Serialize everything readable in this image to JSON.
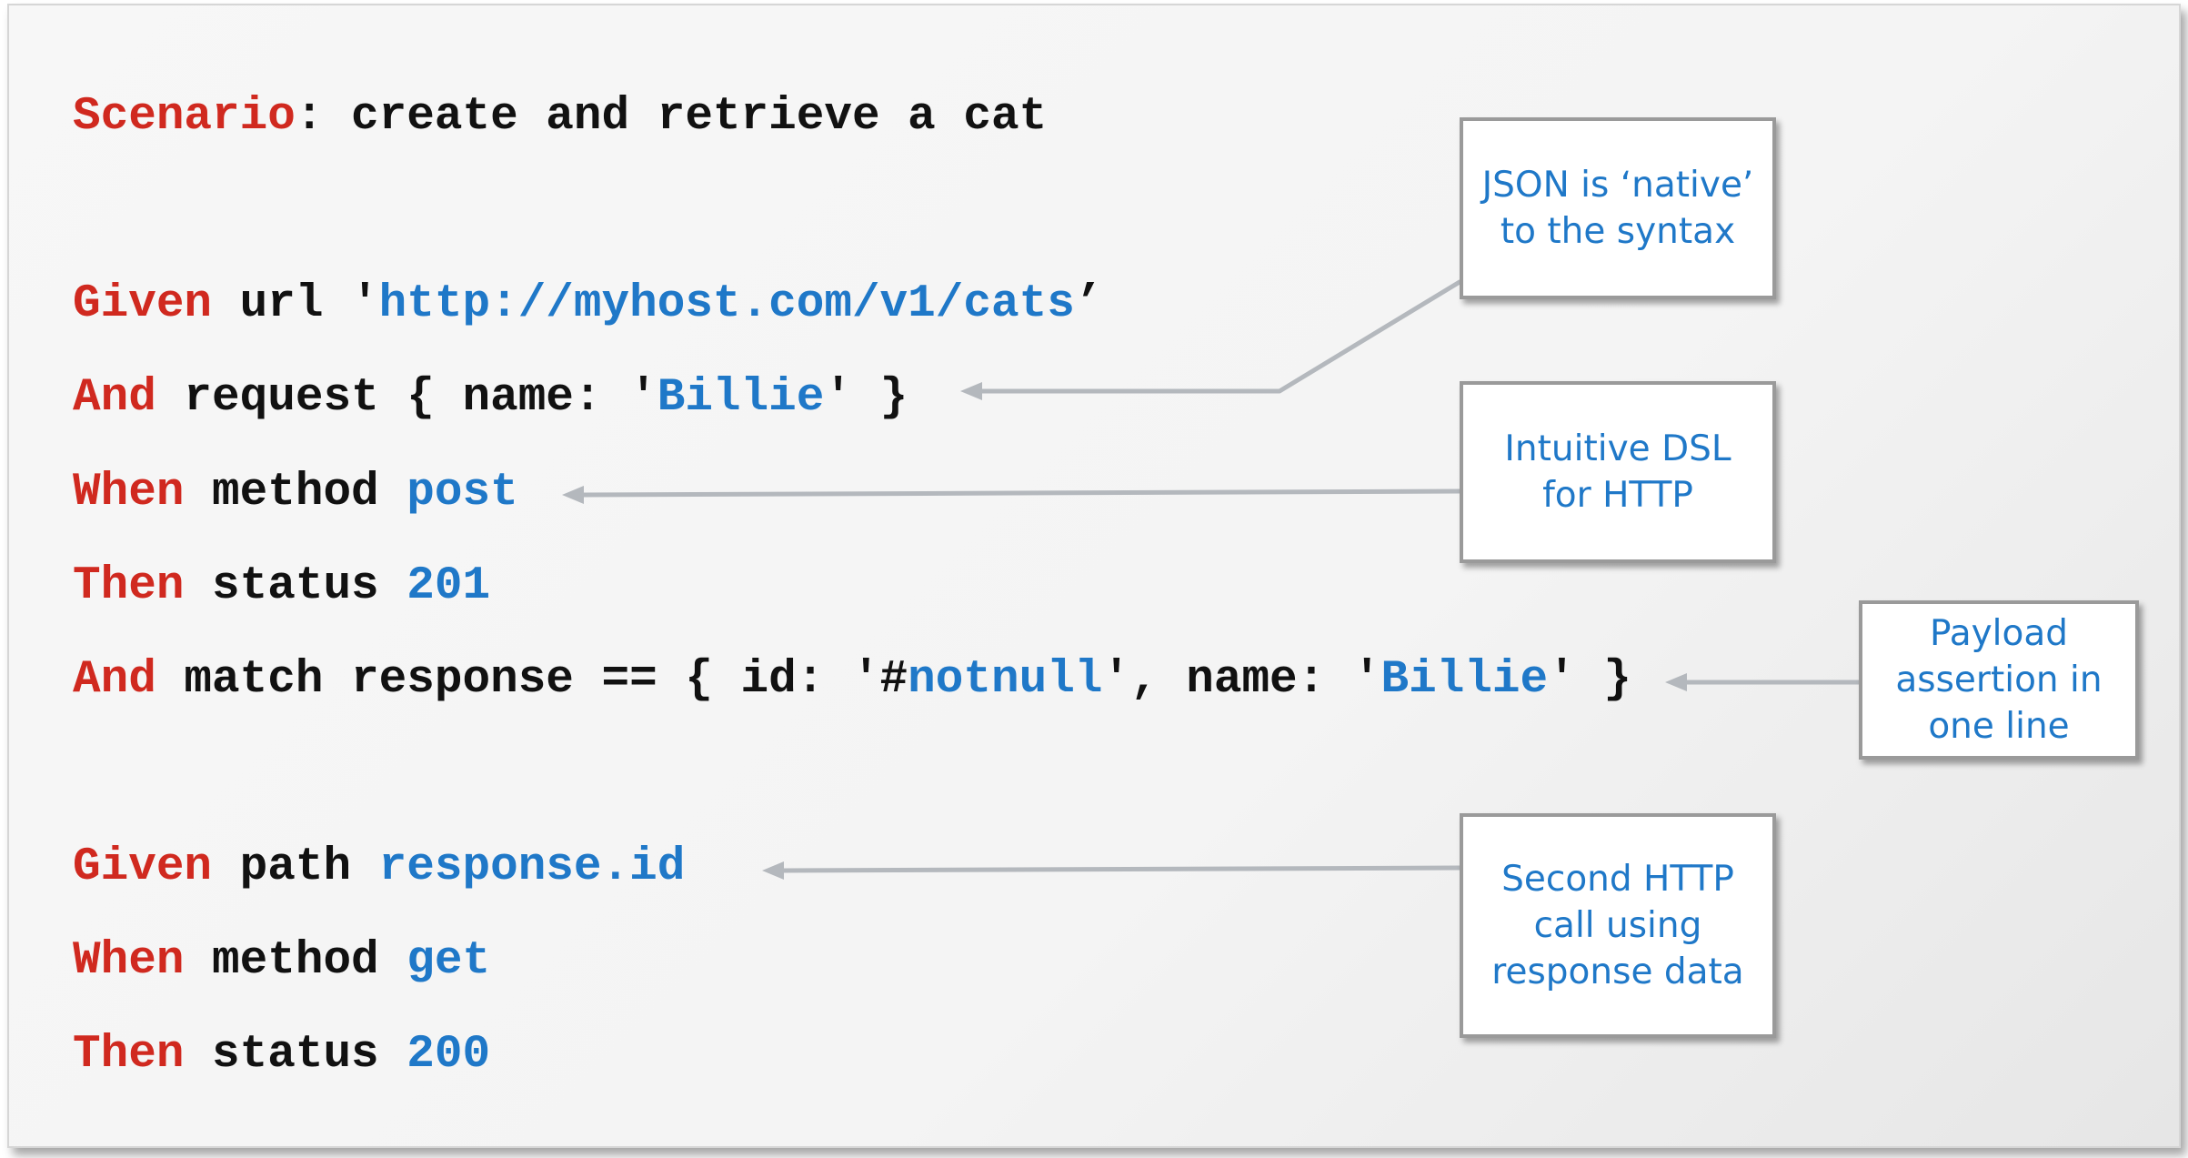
{
  "code": {
    "scenario_kw": "Scenario",
    "scenario_title": ": create and retrieve a cat",
    "line_url": {
      "kw": "Given",
      "text": " url '",
      "value": "http://myhost.com/v1/cats",
      "suffix": "’"
    },
    "line_request": {
      "kw": "And",
      "text": " request { name: '",
      "value": "Billie",
      "suffix": "' }"
    },
    "line_method_post": {
      "kw": "When",
      "text": " method ",
      "value": "post"
    },
    "line_status_201": {
      "kw": "Then",
      "text": " status ",
      "value": "201"
    },
    "line_match": {
      "kw": "And",
      "text": " match response == { id: '#",
      "value": "notnull",
      "mid": "', name: '",
      "value2": "Billie",
      "suffix": "' }"
    },
    "line_path": {
      "kw": "Given",
      "text": " path ",
      "value": "response.id"
    },
    "line_method_get": {
      "kw": "When",
      "text": " method ",
      "value": "get"
    },
    "line_status_200": {
      "kw": "Then",
      "text": " status ",
      "value": "200"
    }
  },
  "callouts": {
    "json_native": "JSON is ‘native’ to the syntax",
    "intuitive_dsl": "Intuitive DSL for HTTP",
    "payload_assertion": "Payload assertion in one line",
    "second_call": "Second HTTP call using response data"
  },
  "colors": {
    "keyword": "#d0291f",
    "value": "#1f78c8",
    "text": "#111111",
    "callout_border": "#9a9a9a",
    "arrow": "#b4b8bd"
  }
}
